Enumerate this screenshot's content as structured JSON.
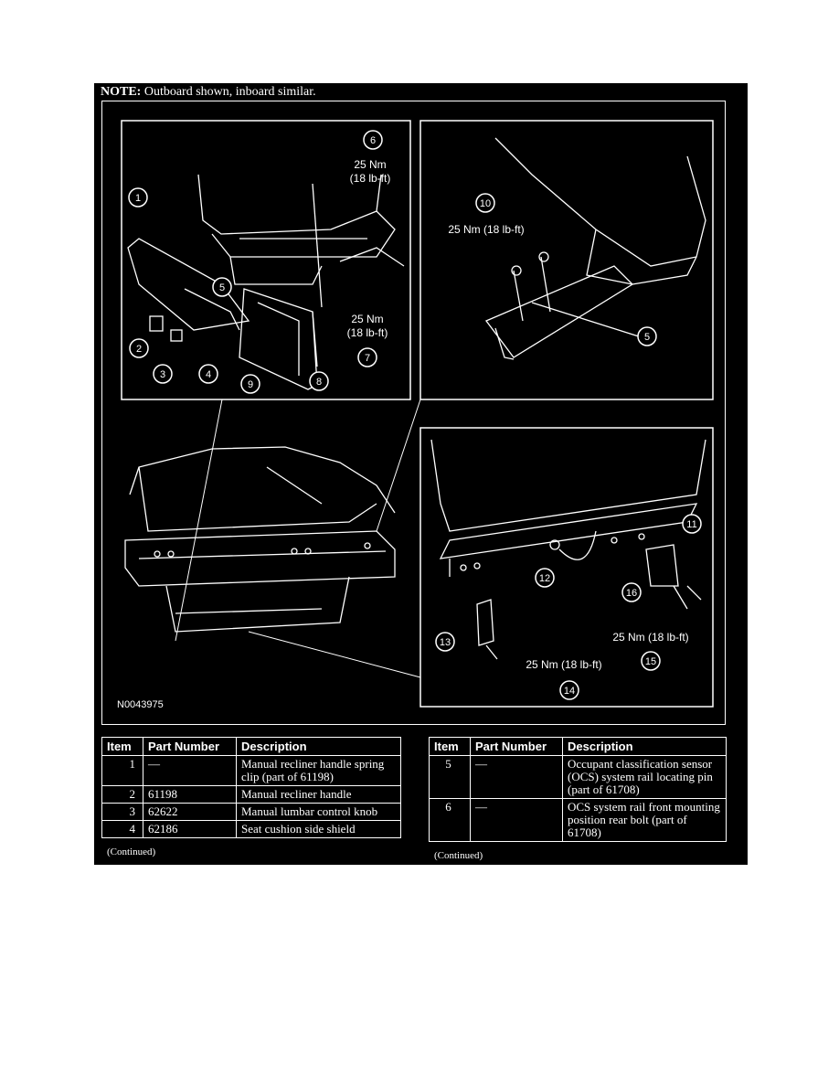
{
  "note": {
    "label": "NOTE:",
    "text": "Outboard shown, inboard similar."
  },
  "figure": {
    "id": "N0043975",
    "callouts": [
      "1",
      "2",
      "3",
      "4",
      "5",
      "6",
      "7",
      "8",
      "9",
      "10",
      "11",
      "12",
      "13",
      "14",
      "15",
      "16"
    ],
    "torque_a": "25 Nm",
    "torque_b": "(18 lb-ft)",
    "torque_inline": "25 Nm (18 lb-ft)"
  },
  "table_left": {
    "headers": [
      "Item",
      "Part Number",
      "Description"
    ],
    "rows": [
      {
        "item": "1",
        "part": "—",
        "desc": "Manual recliner handle spring clip (part of 61198)"
      },
      {
        "item": "2",
        "part": "61198",
        "desc": "Manual recliner handle"
      },
      {
        "item": "3",
        "part": "62622",
        "desc": "Manual lumbar control knob"
      },
      {
        "item": "4",
        "part": "62186",
        "desc": "Seat cushion side shield"
      }
    ],
    "continued": "(Continued)"
  },
  "table_right": {
    "headers": [
      "Item",
      "Part Number",
      "Description"
    ],
    "rows": [
      {
        "item": "5",
        "part": "—",
        "desc": "Occupant classification sensor (OCS) system rail locating pin (part of 61708)"
      },
      {
        "item": "6",
        "part": "—",
        "desc": "OCS system rail front mounting position rear bolt (part of 61708)"
      }
    ],
    "continued": "(Continued)"
  }
}
